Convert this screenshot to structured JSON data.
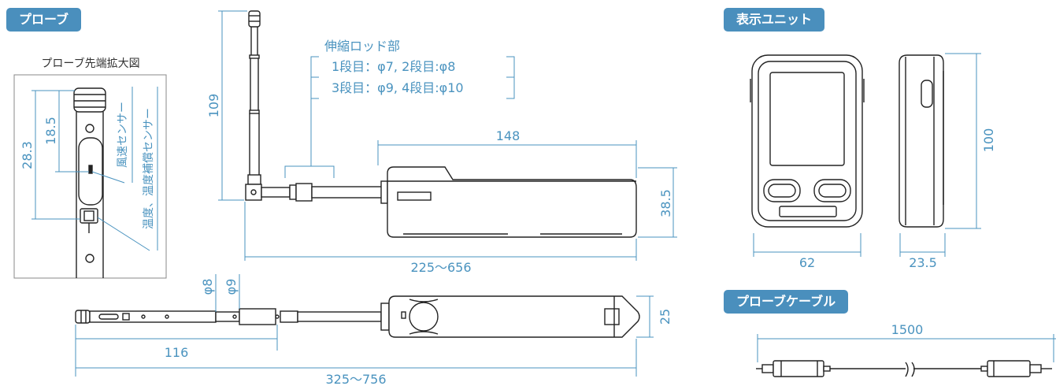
{
  "sections": {
    "probe": "プローブ",
    "display_unit": "表示ユニット",
    "probe_cable": "プローブケーブル"
  },
  "probe_tip": {
    "title": "プローブ先端拡大図",
    "dim_28_3": "28.3",
    "dim_18_5": "18.5",
    "label_wind": "風速センサー",
    "label_temp": "温度、温度補償センサー"
  },
  "probe_side": {
    "rod_title": "伸縮ロッド部",
    "rod_line1": "1段目：φ7, 2段目:φ8",
    "rod_line2": "3段目：φ9, 4段目:φ10",
    "dim_109": "109",
    "dim_148": "148",
    "dim_38_5": "38.5",
    "dim_total": "225〜656"
  },
  "probe_top": {
    "dim_phi8": "φ8",
    "dim_phi9": "φ9",
    "dim_25": "25",
    "dim_116": "116",
    "dim_total": "325〜756"
  },
  "display": {
    "dim_100": "100",
    "dim_62": "62",
    "dim_23_5": "23.5"
  },
  "cable": {
    "dim_1500": "1500"
  }
}
